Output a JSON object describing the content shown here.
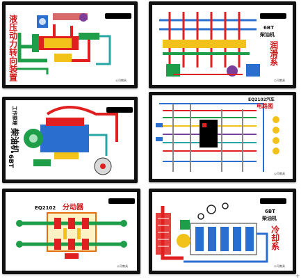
{
  "boards": {
    "b1": {
      "title": "液压动力转向装置",
      "footer": "公司教具"
    },
    "b2": {
      "model": "6BT",
      "engine": "柴油机",
      "system": "润滑系",
      "footer": "公司教具"
    },
    "b3": {
      "system_label": "工作原理",
      "engine_big": "柴油机",
      "model": "6BT"
    },
    "b4": {
      "title_line1": "EQ2102汽车",
      "title_line2": "电路图",
      "footer": "公司教具"
    },
    "b5": {
      "model": "EQ2102",
      "title": "分动器",
      "footer": "公司教具"
    },
    "b6": {
      "model": "6BT",
      "engine": "柴油机",
      "system": "冷却系",
      "footer": "公司教具"
    }
  },
  "colors": {
    "frame": "#111111",
    "title_red": "#d01818",
    "hydraulic_red": "#e02020",
    "oil_green": "#1f9e4a",
    "yellow": "#f2c21b",
    "blue": "#2a6fd0",
    "teal": "#27a6a6"
  },
  "marks": {
    "corner": "+"
  }
}
